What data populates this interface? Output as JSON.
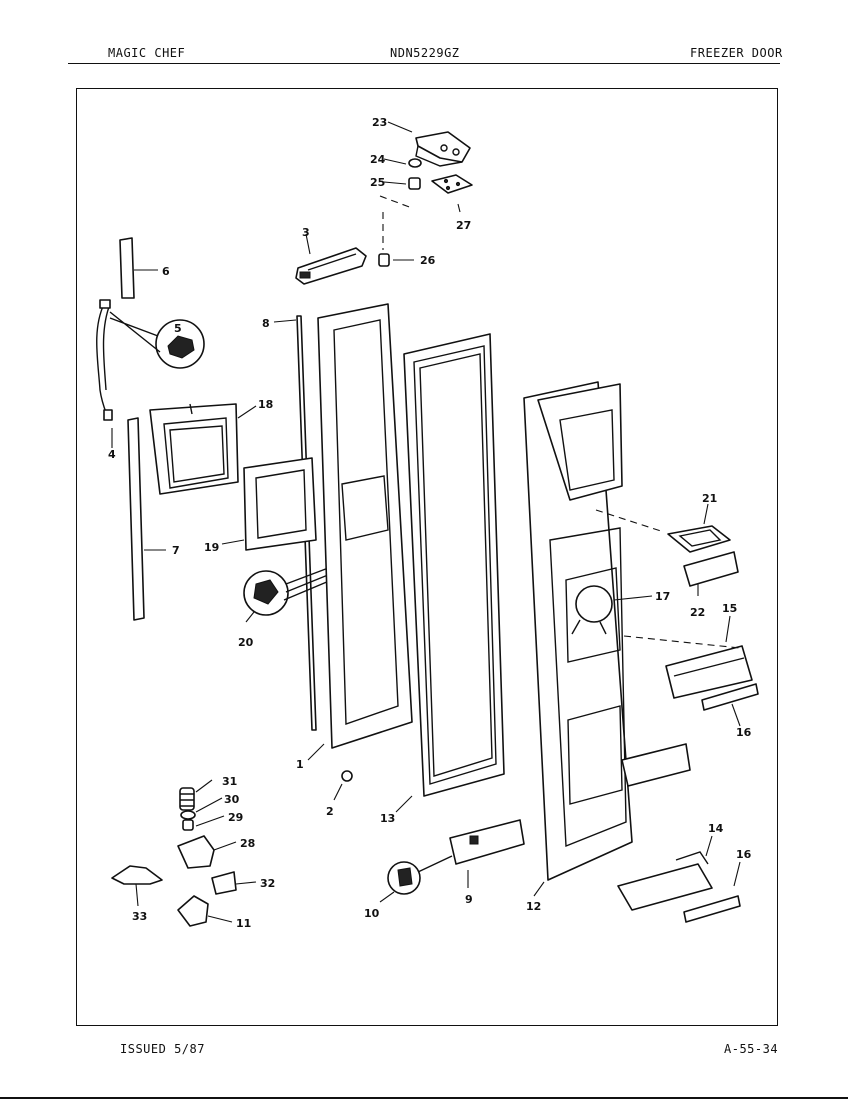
{
  "header": {
    "left": "MAGIC CHEF",
    "center": "NDN5229GZ",
    "right": "FREEZER DOOR"
  },
  "footer": {
    "left": "ISSUED 5/87",
    "right": "A-55-34"
  },
  "callouts": {
    "c1": "1",
    "c2": "2",
    "c3": "3",
    "c4": "4",
    "c5": "5",
    "c6": "6",
    "c7": "7",
    "c8": "8",
    "c9": "9",
    "c10": "10",
    "c11": "11",
    "c12": "12",
    "c13": "13",
    "c14": "14",
    "c15": "15",
    "c16a": "16",
    "c16b": "16",
    "c17": "17",
    "c18": "18",
    "c19": "19",
    "c20": "20",
    "c21": "21",
    "c22": "22",
    "c23": "23",
    "c24": "24",
    "c25": "25",
    "c26": "26",
    "c27": "27",
    "c28": "28",
    "c29": "29",
    "c30": "30",
    "c31": "31",
    "c32": "32",
    "c33": "33"
  }
}
